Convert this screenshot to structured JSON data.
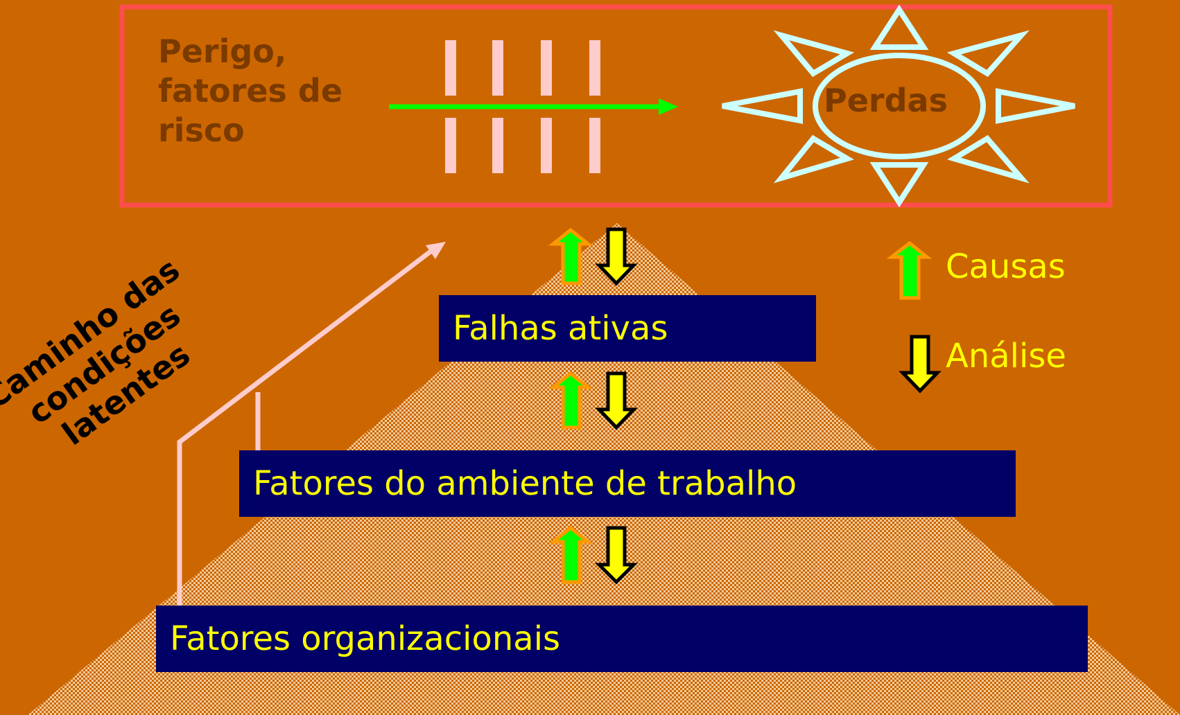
{
  "top_box": {
    "hazard_label": "Perigo,\nfatores de\nrisco",
    "loss_label": "Perdas"
  },
  "levels": [
    {
      "label": "Falhas ativas"
    },
    {
      "label": "Fatores do ambiente de trabalho"
    },
    {
      "label": "Fatores organizacionais"
    }
  ],
  "legend": {
    "causes_label": "Causas",
    "analysis_label": "Análise"
  },
  "latent_path": {
    "label": "Caminho das\ncondições\nlatentes"
  },
  "colors": {
    "background": "#CC6600",
    "box_border": "#FF4D4D",
    "level_fill": "#000066",
    "level_text": "#FFFF00",
    "barrier": "#FFCCCC",
    "hazard_arrow": "#00FF00",
    "sun": "#CCFFFF",
    "up_arrow_fill": "#00FF00",
    "up_arrow_stroke": "#FF9900",
    "down_arrow_fill": "#FFFF00",
    "down_arrow_stroke": "#000000",
    "latent_path": "#FFCCCC"
  }
}
